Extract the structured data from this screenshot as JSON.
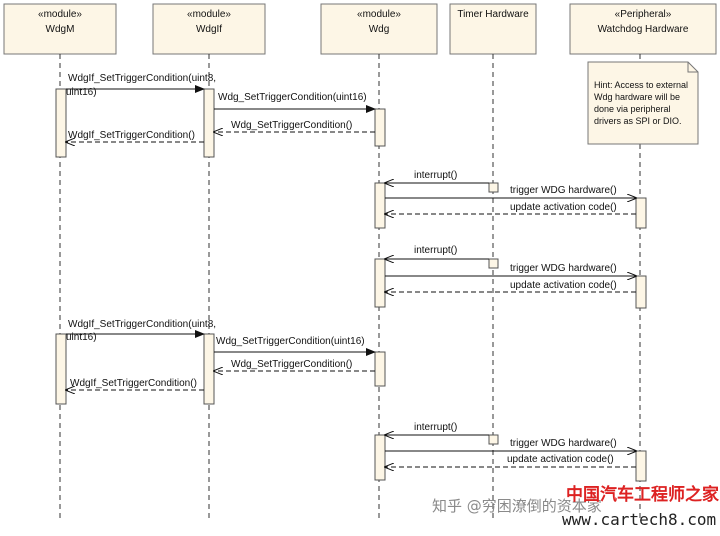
{
  "lifelines": [
    {
      "stereotype": "«module»",
      "name": "WdgM"
    },
    {
      "stereotype": "«module»",
      "name": "WdgIf"
    },
    {
      "stereotype": "«module»",
      "name": "Wdg"
    },
    {
      "stereotype": "",
      "name": "Timer Hardware"
    },
    {
      "stereotype": "«Peripheral»",
      "name": "Watchdog Hardware"
    }
  ],
  "note": {
    "lines": [
      "Hint: Access to external",
      "Wdg hardware will be",
      "done via peripheral",
      "drivers as SPI or DIO."
    ]
  },
  "messages": {
    "m1a": "WdgIf_SetTriggerCondition(uint8,",
    "m1b": "uint16)",
    "m2": "Wdg_SetTriggerCondition(uint16)",
    "m3": "Wdg_SetTriggerCondition()",
    "m4": "WdgIf_SetTriggerCondition()",
    "m5": "interrupt()",
    "m6": "trigger WDG hardware()",
    "m7": "update activation code()",
    "m8": "interrupt()",
    "m9": "trigger WDG hardware()",
    "m10": "update activation code()",
    "m11a": "WdgIf_SetTriggerCondition(uint8,",
    "m11b": "uint16)",
    "m12": "Wdg_SetTriggerCondition(uint16)",
    "m13": "Wdg_SetTriggerCondition()",
    "m14": "WdgIf_SetTriggerCondition()",
    "m15": "interrupt()",
    "m16": "trigger WDG hardware()",
    "m17": "update activation code()"
  },
  "watermark": {
    "zhihu": "知乎 @穷困潦倒的资本家",
    "brand": "中国汽车工程师之家",
    "url": "www.cartech8.com"
  }
}
